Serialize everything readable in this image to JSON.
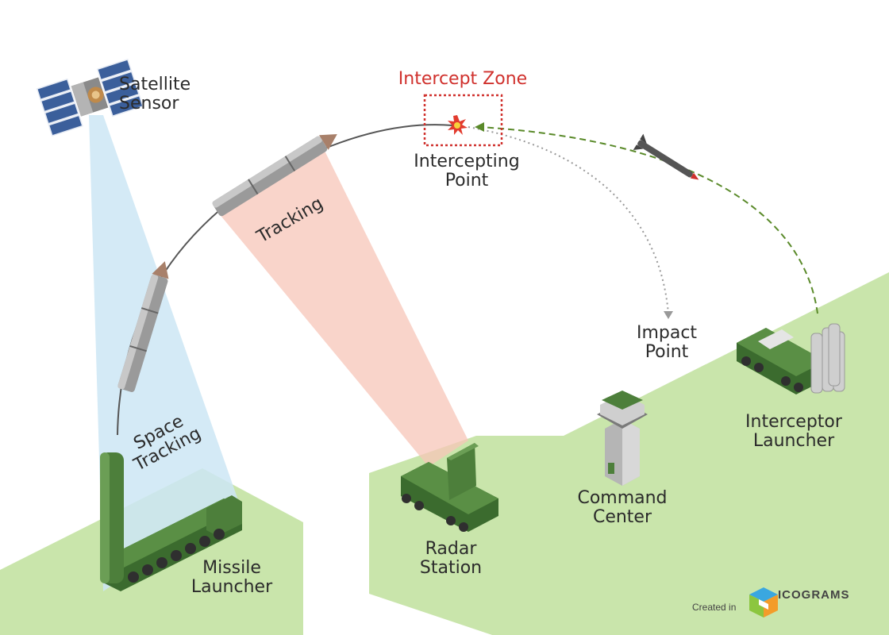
{
  "labels": {
    "satellite_line1": "Satellite",
    "satellite_line2": "Sensor",
    "intercept_zone": "Intercept Zone",
    "intercepting_line1": "Intercepting",
    "intercepting_line2": "Point",
    "tracking": "Tracking",
    "space_tracking_line1": "Space",
    "space_tracking_line2": "Tracking",
    "impact_line1": "Impact",
    "impact_line2": "Point",
    "interceptor_line1": "Interceptor",
    "interceptor_line2": "Launcher",
    "command_line1": "Command",
    "command_line2": "Center",
    "radar_line1": "Radar",
    "radar_line2": "Station",
    "missile_line1": "Missile",
    "missile_line2": "Launcher"
  },
  "footer": {
    "created_in": "Created in",
    "brand": "ICOGRAMS"
  },
  "colors": {
    "ground": "#c9e5ab",
    "vehicle_green": "#4d7f3b",
    "vehicle_dark": "#3b6b2e",
    "space_beam": "#cde6f5",
    "radar_beam": "#f7c6b8",
    "zone_red": "#d0312d",
    "interceptor_path": "#5a8a2a"
  }
}
